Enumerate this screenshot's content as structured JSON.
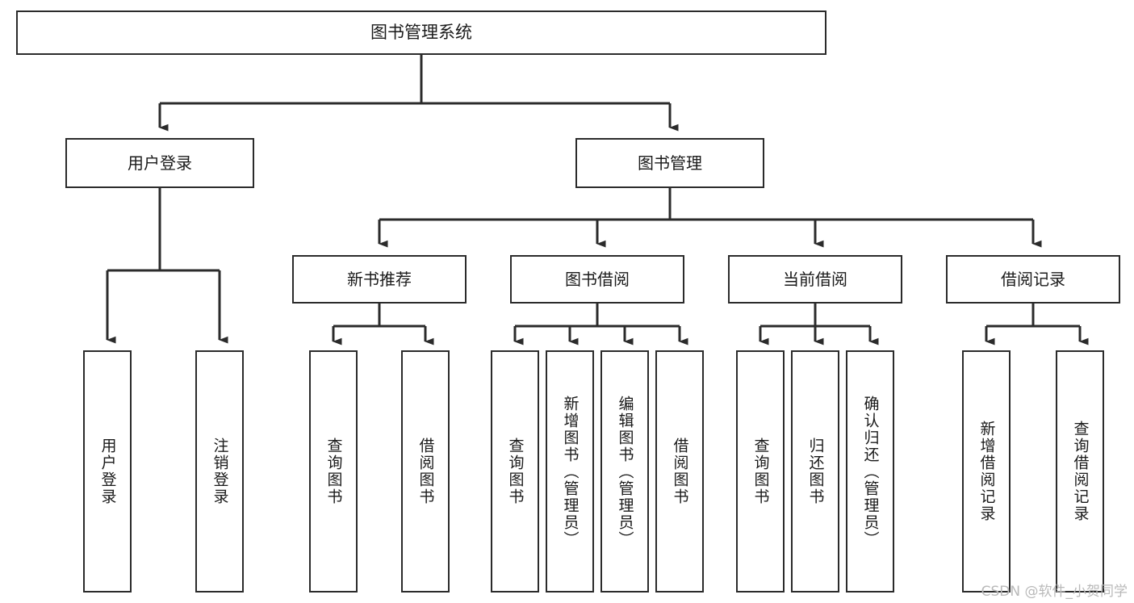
{
  "diagram": {
    "title": "图书管理系统",
    "type": "tree-hierarchy-chart",
    "watermark": "CSDN @软件_小贺同学",
    "colors": {
      "box_border": "#2b2b2b",
      "box_fill": "#ffffff",
      "connector": "#2b2b2b",
      "text": "#1a1a1a",
      "watermark": "#b9b9b9"
    }
  },
  "root": {
    "label": "图书管理系统"
  },
  "level2": [
    {
      "id": "user-login",
      "label": "用户登录"
    },
    {
      "id": "book-manage",
      "label": "图书管理"
    }
  ],
  "level3": [
    {
      "id": "new-book-rec",
      "label": "新书推荐"
    },
    {
      "id": "book-borrow",
      "label": "图书借阅"
    },
    {
      "id": "current-borrow",
      "label": "当前借阅"
    },
    {
      "id": "borrow-record",
      "label": "借阅记录"
    }
  ],
  "leaves": {
    "user_login": [
      {
        "id": "leaf-user-login",
        "label": "用户登录"
      },
      {
        "id": "leaf-user-logout",
        "label": "注销登录"
      }
    ],
    "new_book_rec": [
      {
        "id": "leaf-query-book-1",
        "label": "查询图书"
      },
      {
        "id": "leaf-borrow-book-1",
        "label": "借阅图书"
      }
    ],
    "book_borrow": [
      {
        "id": "leaf-query-book-2",
        "label": "查询图书"
      },
      {
        "id": "leaf-add-book",
        "label": "新增图书（管理员）"
      },
      {
        "id": "leaf-edit-book",
        "label": "编辑图书（管理员）"
      },
      {
        "id": "leaf-borrow-book-2",
        "label": "借阅图书"
      }
    ],
    "current_borrow": [
      {
        "id": "leaf-query-book-3",
        "label": "查询图书"
      },
      {
        "id": "leaf-return-book",
        "label": "归还图书"
      },
      {
        "id": "leaf-confirm-return",
        "label": "确认归还（管理员）"
      }
    ],
    "borrow_record": [
      {
        "id": "leaf-add-record",
        "label": "新增借阅记录"
      },
      {
        "id": "leaf-query-record",
        "label": "查询借阅记录"
      }
    ]
  }
}
